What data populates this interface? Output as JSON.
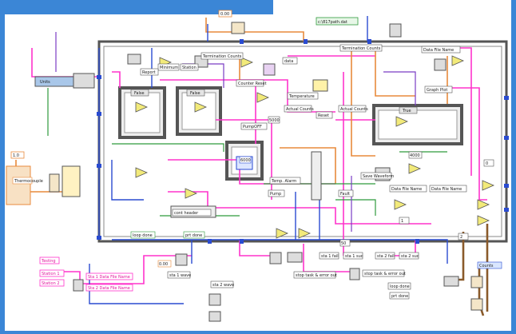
{
  "colors": {
    "frame": "#3b86d6",
    "wire_pink": "#ff33cc",
    "wire_orange": "#e88a3c",
    "wire_blue": "#2a4bd1",
    "wire_green": "#2f9a3c",
    "wire_brown": "#8a5a2a",
    "wire_purple": "#7a3cc4"
  },
  "labels": {
    "path_const": "c:\\817path.dat",
    "data_file_name": "Data File Name",
    "termination_counts": "Termination Counts",
    "termination_counts2": "Termination Counts",
    "temperature": "Temperature",
    "counter_reset": "Counter Reset",
    "actual_counts": "Actual Counts",
    "actual_counts2": "Actual Counts",
    "pump_off": "PumpOFF",
    "pump": "Pump",
    "graph_plot": "Graph Plot",
    "fault": "Fault",
    "reset": "Reset",
    "temp_alarm": "Temp. Alarm",
    "minimum": "Minimum",
    "station": "Station",
    "data": "data",
    "units": "Units",
    "false1": "False",
    "false2": "False",
    "true": "True",
    "report": "Report",
    "loop_done": "loop done",
    "cont_header": "cont header",
    "print_done": "prt done",
    "testing": "Testing",
    "station1": "Station 1",
    "station2": "Station 2",
    "sta1_data_file": "Sta 1 Data File Name",
    "sta2_data_file": "Sta 2 Data File Name",
    "stop_task": "stop task & error out",
    "stop_task2": "stop task & error out",
    "save_waveform": "Save Waveform",
    "data_file_name2": "Data File Name",
    "data_file_name3": "Data File Name",
    "sta1_wave": "sta 1 wave",
    "sta2_wave": "sta 2 wave",
    "sta1_fail": "sta 1 fail",
    "sta2_fail": "sta 2 fail",
    "sta1_suc": "sta 1 suc",
    "sta2_suc": "sta 2 suc",
    "loop_done2": "loop done",
    "prt_done": "prt done",
    "counts": "Counts",
    "thermocouple": "Thermocouple",
    "const_0_00": "0.00",
    "const_1_0": "1.0",
    "const_5000": "5000",
    "const_6000": "6000",
    "const_0": "0",
    "const_1": "1",
    "const_2": "2",
    "const_4000": "4000",
    "const_50": "50"
  }
}
